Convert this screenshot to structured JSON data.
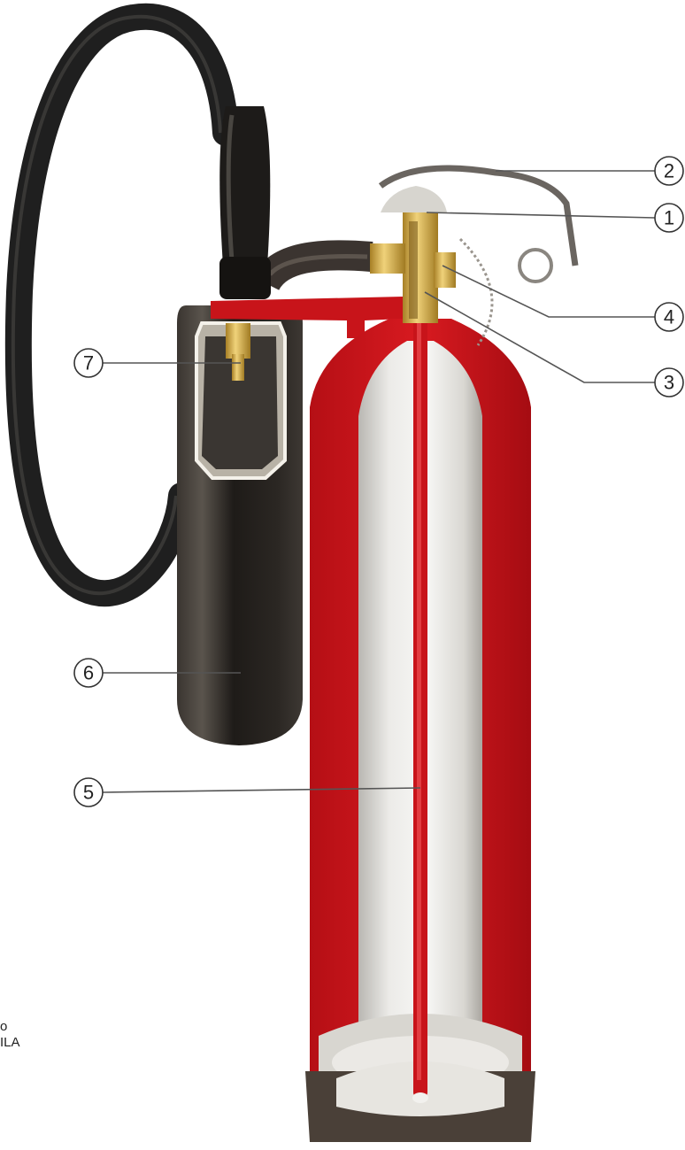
{
  "callouts": [
    {
      "id": "1",
      "label": "1"
    },
    {
      "id": "2",
      "label": "2"
    },
    {
      "id": "3",
      "label": "3"
    },
    {
      "id": "4",
      "label": "4"
    },
    {
      "id": "5",
      "label": "5"
    },
    {
      "id": "6",
      "label": "6"
    },
    {
      "id": "7",
      "label": "7"
    }
  ],
  "edge_text": {
    "line1": "o",
    "line2": "ILA"
  },
  "colors": {
    "cylinder_red": "#c8141a",
    "cylinder_dark_red": "#8e0c10",
    "inner_silver": "#e4e4e2",
    "hose_black": "#1f1f1f",
    "horn_black": "#2a2622",
    "brass_valve": "#d8b24a",
    "base_dark": "#4a4038"
  }
}
